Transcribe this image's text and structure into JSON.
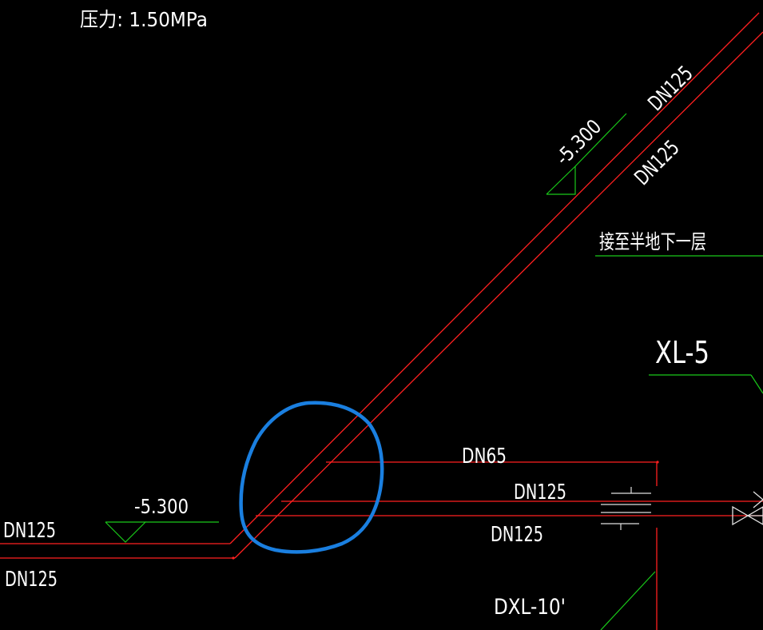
{
  "header": {
    "pressure_label": "压力:  1.50MPa"
  },
  "labels": {
    "dn125_upper_left": "DN125",
    "dn125_lower_left": "DN125",
    "elev_left": "-5.300",
    "elev_upper": "-5.300",
    "dn125_diag_1": "DN125",
    "dn125_diag_2": "DN125",
    "connect_note": "接至半地下一层",
    "riser_id": "XL-5",
    "dn65": "DN65",
    "dn125_mid": "DN125",
    "dn125_bottom": "DN125",
    "riser_dxl": "DXL-10'"
  },
  "colors": {
    "background": "#000000",
    "pipe": "#ff2020",
    "leader": "#19c919",
    "highlight": "#1a7fe0",
    "text": "#ffffff",
    "fitting": "#e0e0e0"
  }
}
